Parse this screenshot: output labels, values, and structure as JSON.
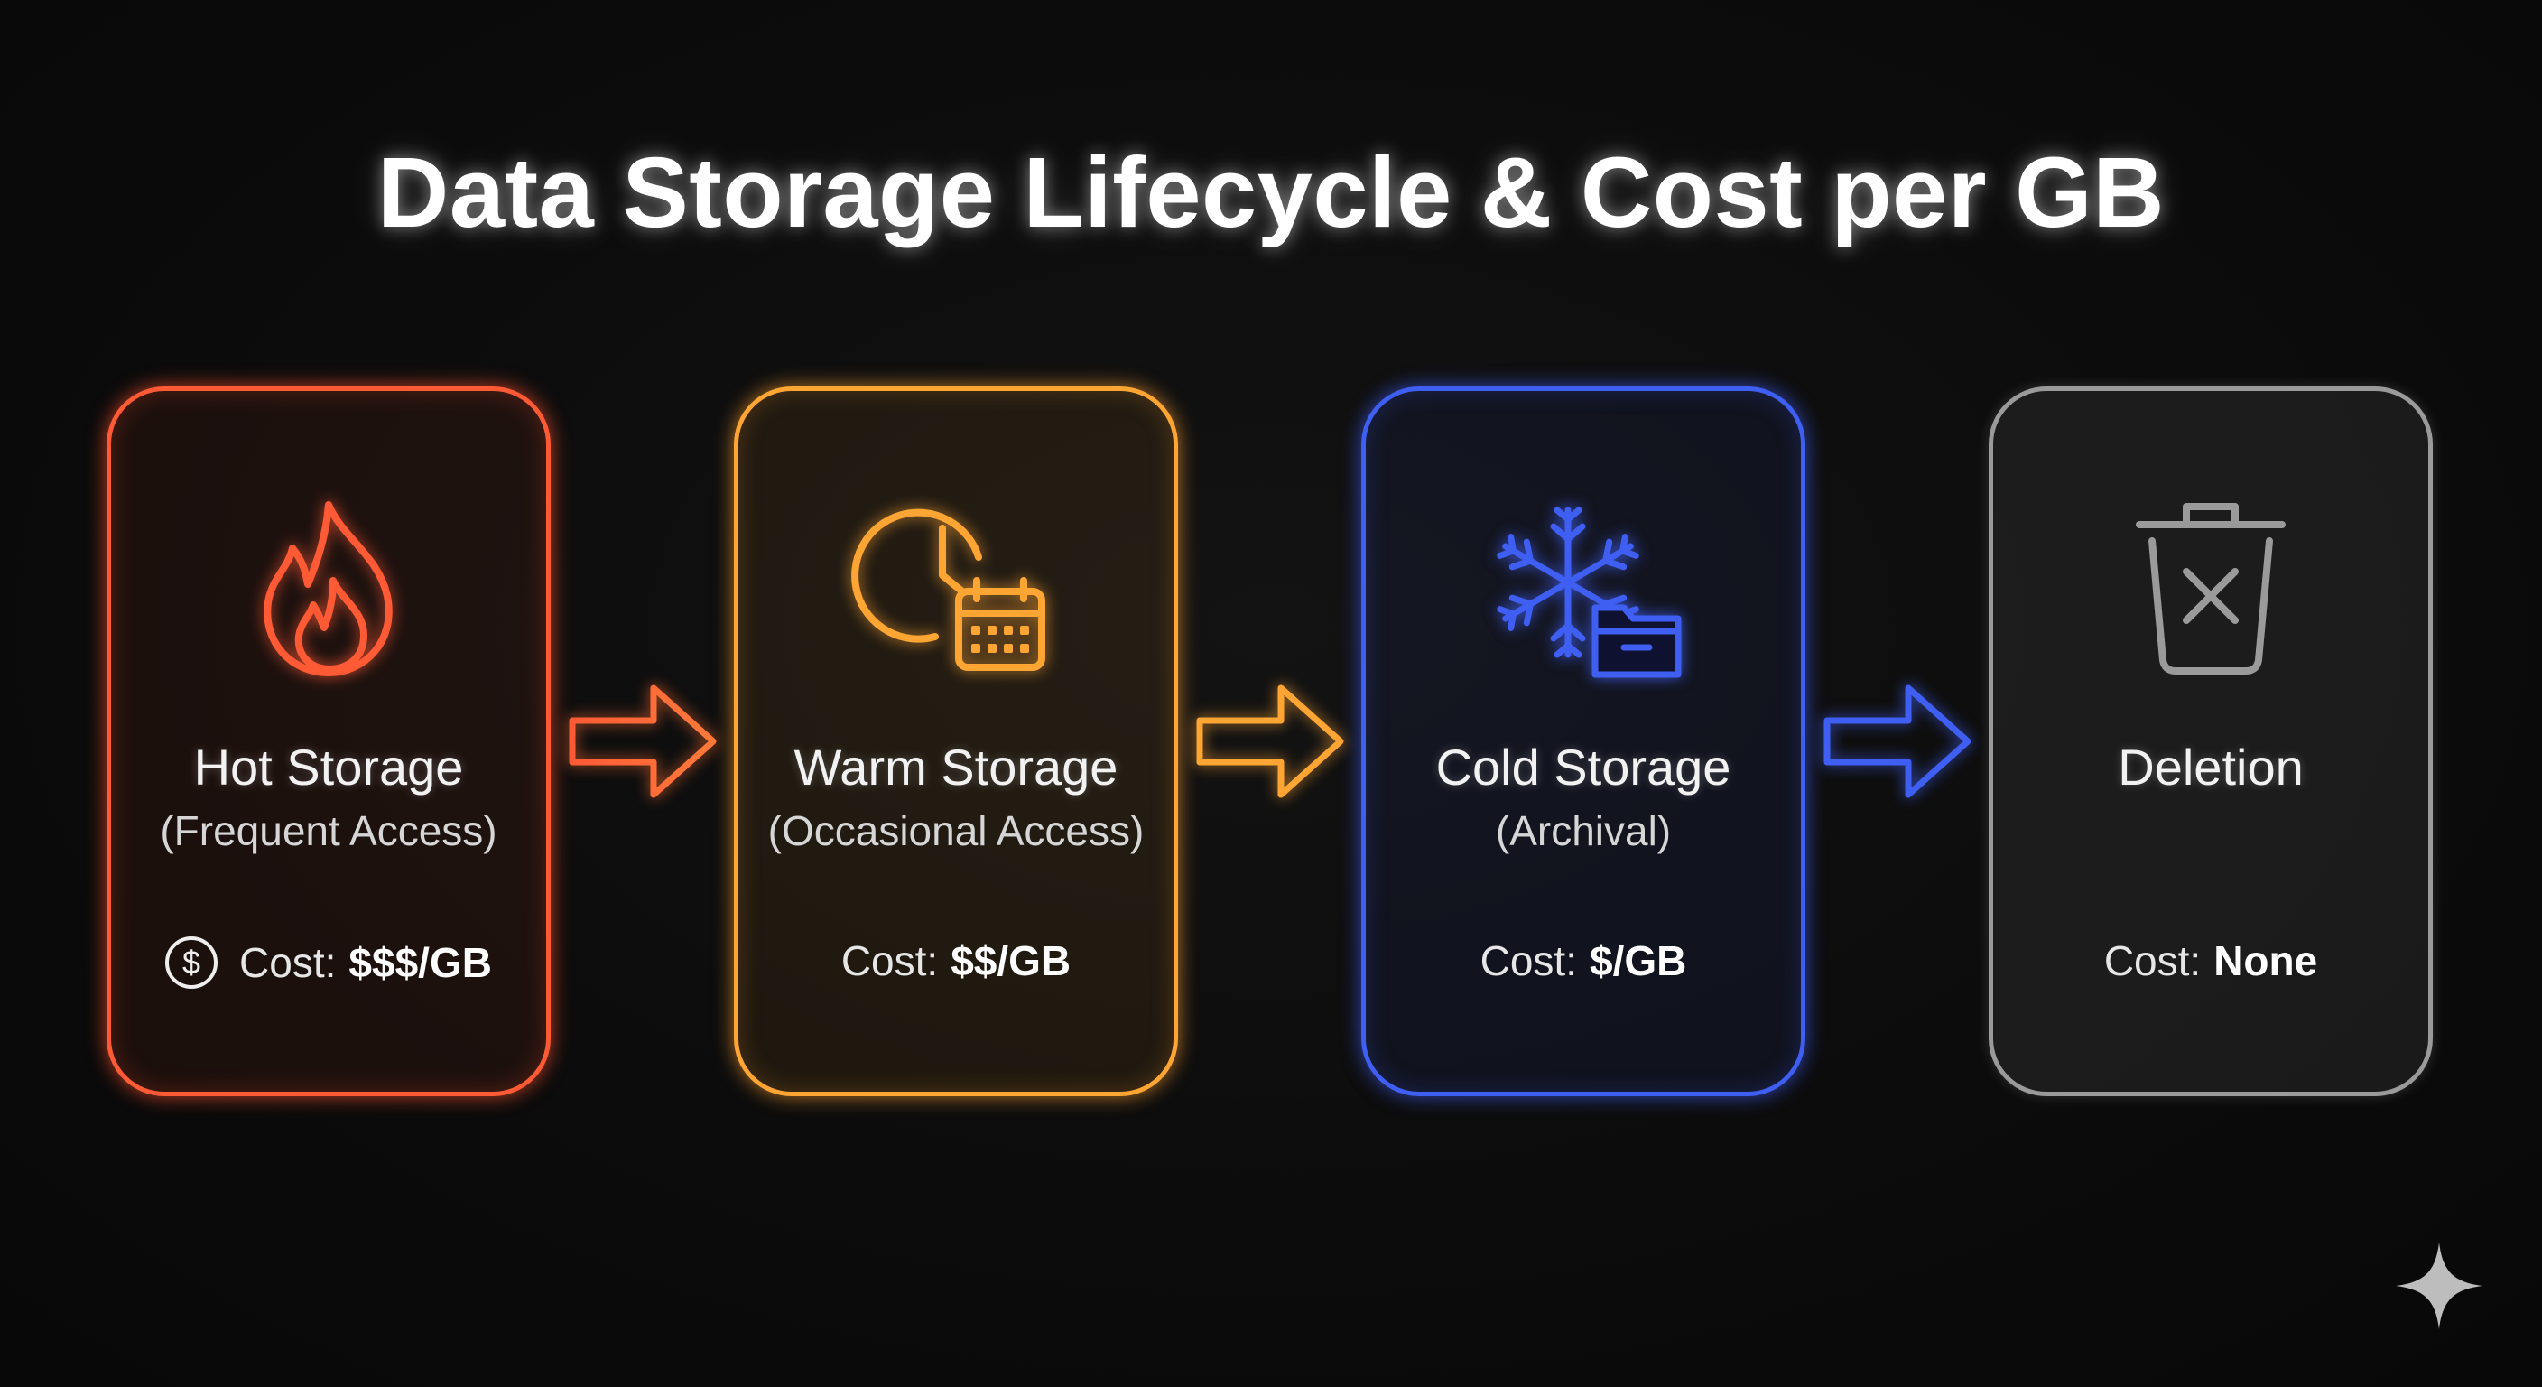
{
  "title": "Data Storage Lifecycle & Cost per GB",
  "colors": {
    "hot": "#ff5a36",
    "warm": "#ffa534",
    "cold": "#3f5ef2",
    "deletion": "#9a9a9a"
  },
  "stages": [
    {
      "name": "Hot Storage",
      "subtitle": "(Frequent Access)",
      "cost_label": "Cost:",
      "cost_value": "$$$/GB",
      "icon": "fire-icon",
      "cost_icon": "dollar-coin-icon",
      "cost_icon_glyph": "$"
    },
    {
      "name": "Warm Storage",
      "subtitle": "(Occasional Access)",
      "cost_label": "Cost:",
      "cost_value": "$$/GB",
      "icon": "clock-calendar-icon"
    },
    {
      "name": "Cold Storage",
      "subtitle": "(Archival)",
      "cost_label": "Cost:",
      "cost_value": "$/GB",
      "icon": "snowflake-box-icon"
    },
    {
      "name": "Deletion",
      "subtitle": "",
      "cost_label": "Cost:",
      "cost_value": "None",
      "icon": "trash-icon"
    }
  ]
}
